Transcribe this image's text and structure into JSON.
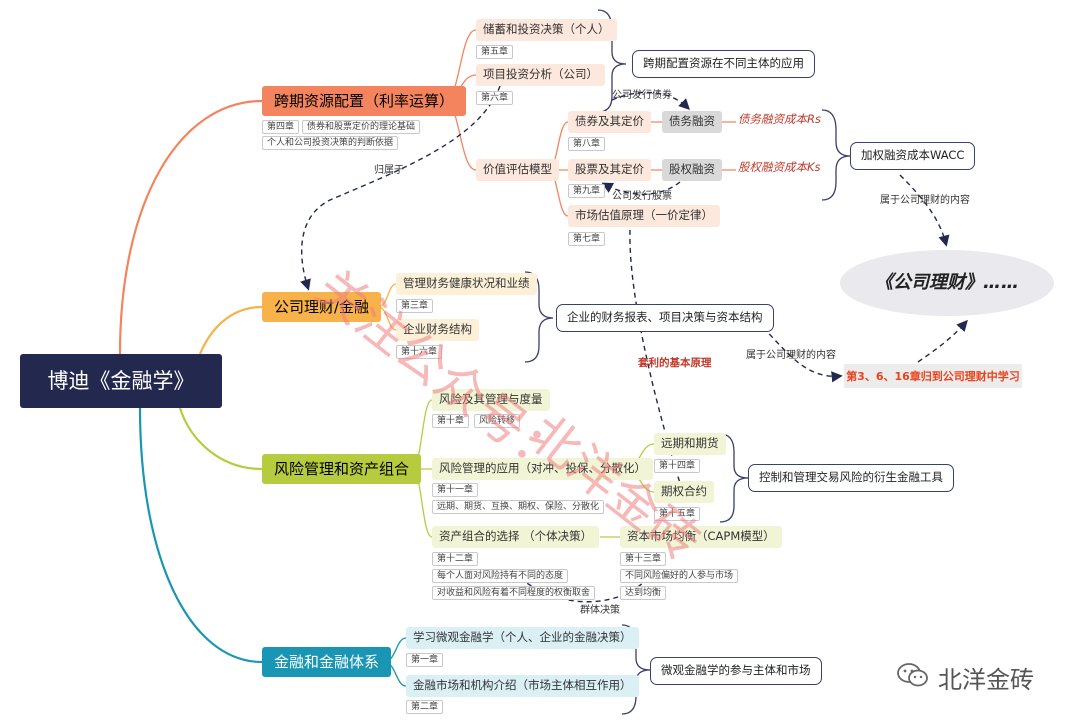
{
  "root": "博迪《金融学》",
  "branches": {
    "intertemporal": "跨期资源配置（利率运算）",
    "corporate": "公司理财/金融",
    "risk": "风险管理和资产组合",
    "system": "金融和金融体系"
  },
  "intertemporal_tags": [
    "第四章",
    "债券和股票定价的理论基础",
    "个人和公司投资决策的判断依据"
  ],
  "subs": {
    "savings": "储蓄和投资决策（个人）",
    "project": "项目投资分析（公司）",
    "valuation": "价值评估模型",
    "bond_pricing": "债券及其定价",
    "stock_pricing": "股票及其定价",
    "market_val": "市场估值原理（一价定律）",
    "debt_fin": "债务融资",
    "equity_fin": "股权融资",
    "health": "管理财务健康状况和业绩",
    "structure": "企业财务结构",
    "risk_mgmt": "风险及其管理与度量",
    "risk_app": "风险管理的应用（对冲、投保、分散化）",
    "portfolio": "资产组合的选择 （个体决策）",
    "forwards": "远期和期货",
    "options": "期权合约",
    "capm": "资本市场均衡（CAPM模型）",
    "micro": "学习微观金融学（个人、企业的金融决策）",
    "markets": "金融市场和机构介绍（市场主体相互作用）"
  },
  "tags": {
    "ch5": "第五章",
    "ch6": "第六章",
    "ch8": "第八章",
    "ch9": "第九章",
    "ch7": "第七章",
    "ch3": "第三章",
    "ch16": "第十六章",
    "ch10": "第十章",
    "risk_transfer": "风险转移",
    "ch11": "第十一章",
    "hedge_list": "远期、期货、互换、期权、保险、分散化",
    "ch14": "第十四章",
    "ch15": "第十五章",
    "ch12": "第十二章",
    "ch13": "第十三章",
    "ch1": "第一章",
    "ch2": "第二章"
  },
  "notes": {
    "cost_debt": "债务融资成本Rs",
    "cost_equity": "股权融资成本Ks",
    "p12a": "每个人面对风险持有不同的态度",
    "p12b": "对收益和风险有着不同程度的权衡取舍",
    "p13a": "不同风险偏好的人参与市场",
    "p13b": "达到均衡"
  },
  "boxes": {
    "cross_alloc": "跨期配置资源在不同主体的应用",
    "wacc": "加权融资成本WACC",
    "fin_stmt": "企业的财务报表、项目决策与资本结构",
    "derivatives": "控制和管理交易风险的衍生金融工具",
    "micro_market": "微观金融学的参与主体和市场"
  },
  "ellipse": "《公司理财》……",
  "final": "第3、6、16章归到公司理财中学习",
  "labels": {
    "issue_bond": "公司发行债券",
    "issue_stock": "公司发行股票",
    "belongs": "归属于",
    "belongs_cf": "属于公司理财的内容",
    "belongs_cf2": "属于公司理财的内容",
    "arbitrage": "套利的基本原理",
    "group": "群体决策"
  },
  "watermark": {
    "line1": "关注公众号：",
    "line2": "北洋金砖"
  },
  "logo_text": "北洋金砖",
  "colors": {
    "orange": "#f3845d",
    "yellow": "#f7b24a",
    "green": "#b6cc3e",
    "teal": "#1996b3",
    "root": "#23284f",
    "note_red": "#c0392b"
  }
}
